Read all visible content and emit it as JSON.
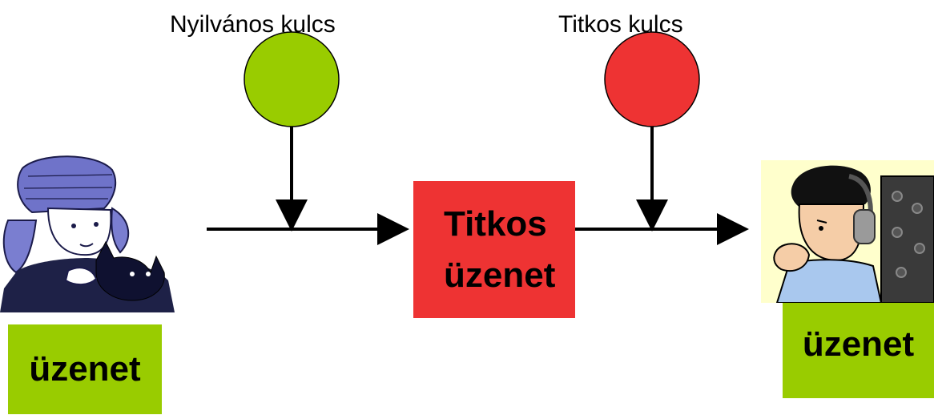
{
  "keys": {
    "public_label": "Nyilvános kulcs",
    "private_label": "Titkos kulcs",
    "public_color": "#99cc00",
    "private_color": "#ee3333"
  },
  "center": {
    "line1": "Titkos",
    "line2": "üzenet",
    "color": "#ee3333"
  },
  "sender": {
    "message": "üzenet",
    "color": "#99cc00"
  },
  "receiver": {
    "message": "üzenet",
    "color": "#99cc00"
  }
}
